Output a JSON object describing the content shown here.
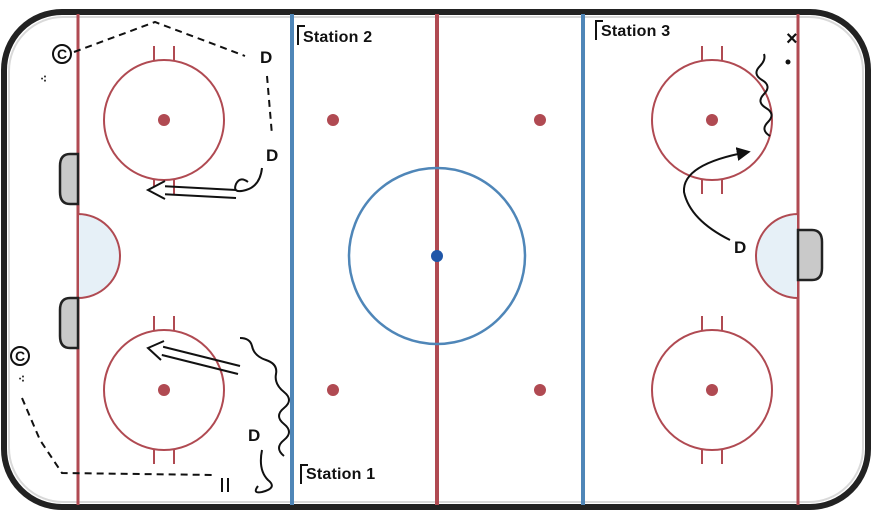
{
  "stations": [
    {
      "label": "Station 1"
    },
    {
      "label": "Station 2"
    },
    {
      "label": "Station 3"
    }
  ],
  "players": {
    "defense": "D",
    "coach": "C",
    "target": "×"
  },
  "colors": {
    "boards": "#222222",
    "red_line": "#b04a52",
    "blue_line": "#4f86b8",
    "center_dot": "#1f56a8",
    "faceoff_dot": "#b04a52",
    "crease_fill": "#e6f0f7",
    "net_fill": "#c9c9c9",
    "drill_line": "#111111"
  }
}
